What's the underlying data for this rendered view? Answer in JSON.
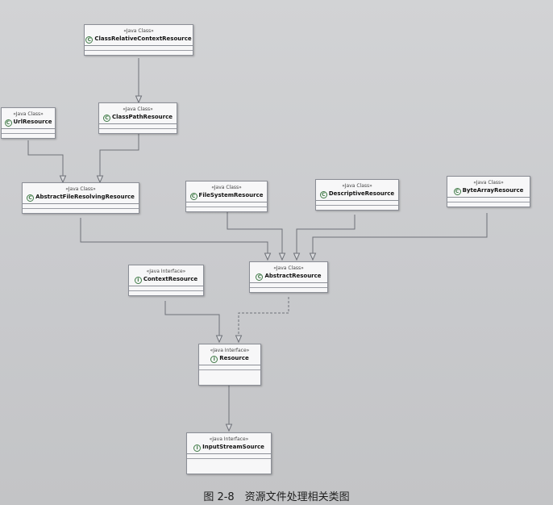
{
  "nodes": {
    "class_relative_context_resource": {
      "stereotype": "«Java Class»",
      "name": "ClassRelativeContextResource",
      "icon": "C"
    },
    "url_resource": {
      "stereotype": "«Java Class»",
      "name": "UrlResource",
      "icon": "C"
    },
    "class_path_resource": {
      "stereotype": "«Java Class»",
      "name": "ClassPathResource",
      "icon": "C"
    },
    "abstract_file_resolving_resource": {
      "stereotype": "«Java Class»",
      "name": "AbstractFileResolvingResource",
      "icon": "C"
    },
    "file_system_resource": {
      "stereotype": "«Java Class»",
      "name": "FileSystemResource",
      "icon": "C"
    },
    "descriptive_resource": {
      "stereotype": "«Java Class»",
      "name": "DescriptiveResource",
      "icon": "C"
    },
    "byte_array_resource": {
      "stereotype": "«Java Class»",
      "name": "ByteArrayResource",
      "icon": "C"
    },
    "context_resource": {
      "stereotype": "«Java Interface»",
      "name": "ContextResource",
      "icon": "I"
    },
    "abstract_resource": {
      "stereotype": "«Java Class»",
      "name": "AbstractResource",
      "icon": "C"
    },
    "resource": {
      "stereotype": "«Java Interface»",
      "name": "Resource",
      "icon": "I"
    },
    "input_stream_source": {
      "stereotype": "«Java Interface»",
      "name": "InputStreamSource",
      "icon": "I"
    }
  },
  "caption": "图 2-8　资源文件处理相关类图",
  "colors": {
    "class_icon": "#3f7a46",
    "line": "#6e7178",
    "box_border": "#8b8e96"
  }
}
